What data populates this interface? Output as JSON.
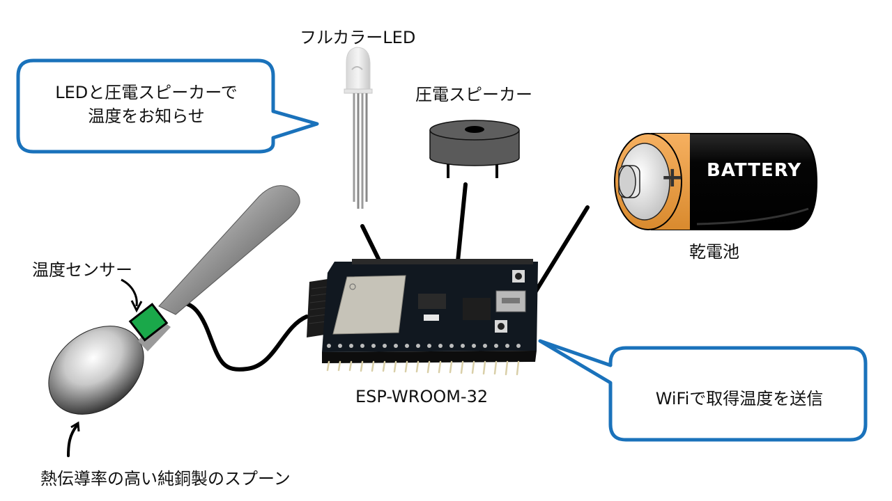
{
  "diagram": {
    "callouts": {
      "led_notice": {
        "line1": "LEDと圧電スピーカーで",
        "line2": "温度をお知らせ"
      },
      "wifi_send": {
        "text": "WiFiで取得温度を送信"
      }
    },
    "labels": {
      "full_color_led": "フルカラーLED",
      "piezo_speaker": "圧電スピーカー",
      "dry_battery": "乾電池",
      "temperature_sensor": "温度センサー",
      "board": "ESP-WROOM-32",
      "spoon": "熱伝導率の高い純銅製のスプーン"
    },
    "battery_text": "BATTERY",
    "battery_symbol": "+",
    "colors": {
      "callout_border": "#1a72bb",
      "sensor_green": "#1aa84a",
      "battery_orange": "#f0a54a",
      "pcb": "#111820"
    }
  }
}
